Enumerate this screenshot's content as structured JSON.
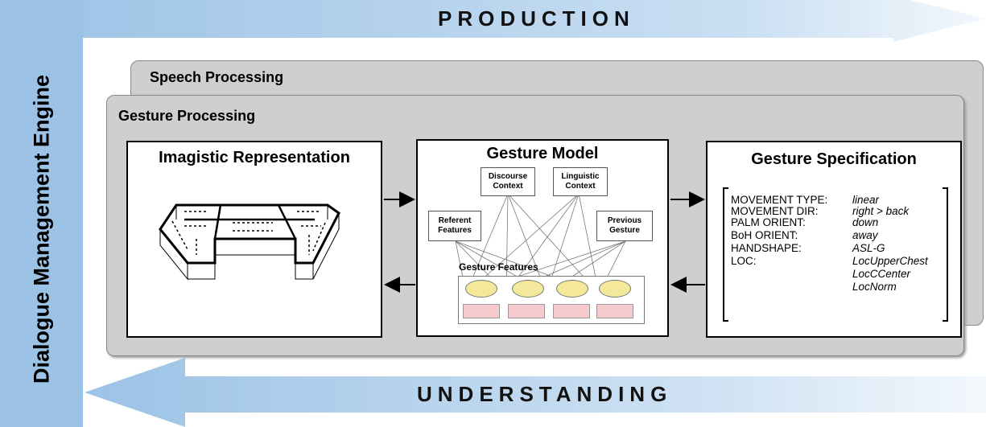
{
  "engine_label": "Dialogue Management Engine",
  "production_label": "PRODUCTION",
  "understanding_label": "UNDERSTANDING",
  "speech_processing_title": "Speech Processing",
  "gesture_processing_title": "Gesture Processing",
  "imagistic": {
    "title": "Imagistic Representation"
  },
  "gesture_model": {
    "title": "Gesture Model",
    "nodes": {
      "discourse": "Discourse Context",
      "linguistic": "Linguistic Context",
      "referent": "Referent Features",
      "previous": "Previous Gesture"
    },
    "features_label": "Gesture Features"
  },
  "gesture_spec": {
    "title": "Gesture Specification",
    "rows": [
      {
        "key": "MOVEMENT TYPE:",
        "value": "linear"
      },
      {
        "key": "MOVEMENT DIR:",
        "value": "right > back"
      },
      {
        "key": "PALM ORIENT:",
        "value": "down"
      },
      {
        "key": "BoH ORIENT:",
        "value": "away"
      },
      {
        "key": "HANDSHAPE:",
        "value": "ASL-G"
      },
      {
        "key": "LOC:",
        "value": "LocUpperChest"
      },
      {
        "key": "",
        "value": "LocCCenter"
      },
      {
        "key": "",
        "value": "LocNorm"
      }
    ]
  },
  "colors": {
    "arrow_blue": "#9cc2e6",
    "panel_gray": "#cfcfcf",
    "feature_oval": "#f4e99a",
    "feature_rect": "#f6c9cc"
  }
}
